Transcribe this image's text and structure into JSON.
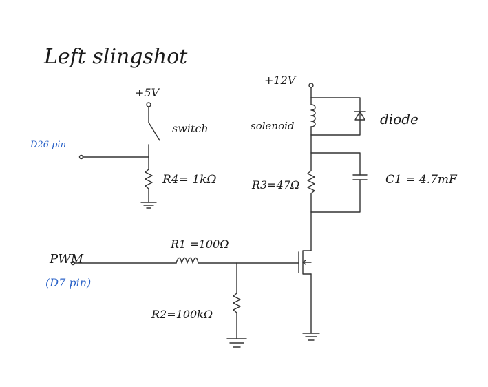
{
  "title": "Left slingshot",
  "labels": {
    "v5": "+5V",
    "v12": "+12V",
    "switch": "switch",
    "d26": "D26 pin",
    "r4": "R4= 1kΩ",
    "solenoid": "solenoid",
    "diode": "diode",
    "r3": "R3=47Ω",
    "c1": "C1 = 4.7mF",
    "r1": "R1 =100Ω",
    "pwm": "PWM",
    "d7": "(D7 pin)",
    "r2": "R2=100kΩ"
  },
  "colors": {
    "ink": "#1a1a1a",
    "pin_label": "#2b63c8"
  }
}
